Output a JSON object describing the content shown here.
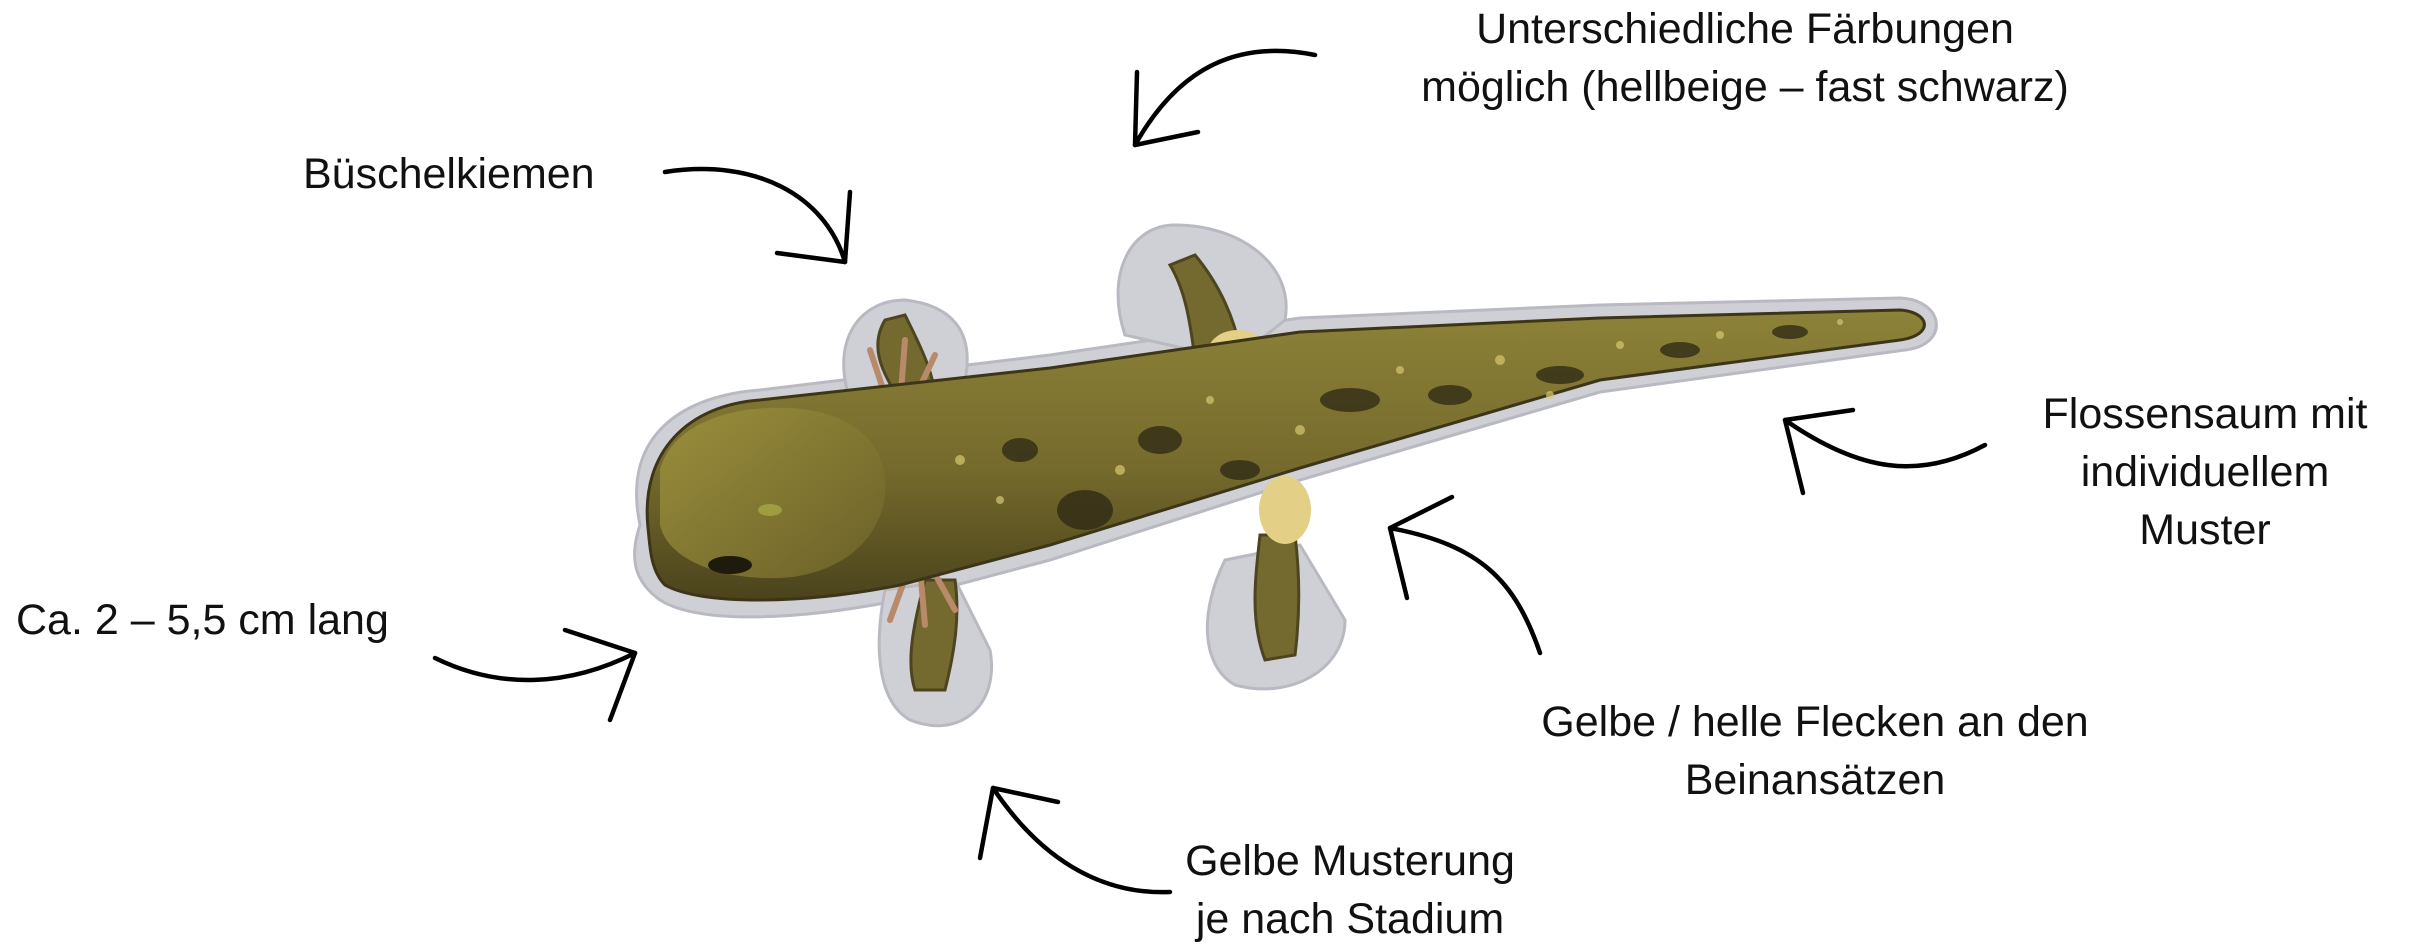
{
  "colors": {
    "background": "#ffffff",
    "text": "#111111",
    "arrow": "#000000",
    "body_olive": "#7d7230",
    "dark_spots": "#2c2714",
    "halo_gray": "#cfcfd6",
    "yellow_patch": "#e3cf86"
  },
  "labels": {
    "faerbungen": {
      "line1": "Unterschiedliche Färbungen",
      "line2": "möglich (hellbeige – fast schwarz)"
    },
    "kiemen": "Büschelkiemen",
    "flossensaum": {
      "line1": "Flossensaum mit",
      "line2": "individuellem",
      "line3": "Muster"
    },
    "laenge": "Ca. 2 – 5,5 cm lang",
    "flecken": {
      "line1": "Gelbe / helle Flecken an den",
      "line2": "Beinansätzen"
    },
    "musterung": {
      "line1": "Gelbe Musterung",
      "line2": "je nach Stadium"
    }
  },
  "image": {
    "subject": "salamander-larva-photo"
  }
}
